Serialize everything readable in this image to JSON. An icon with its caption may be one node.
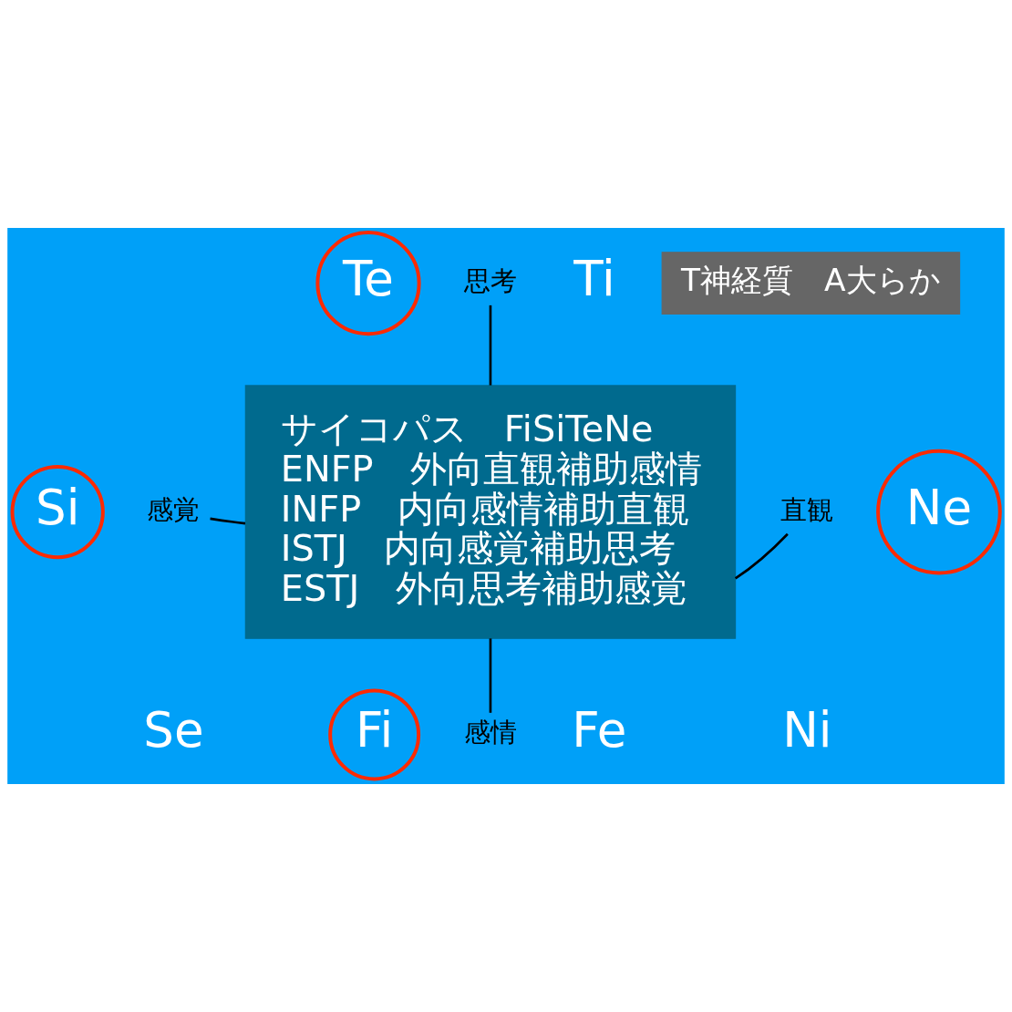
{
  "diagram": {
    "nodes": [
      {
        "text": [
          "思考"
        ]
      },
      {
        "text": [
          "Te"
        ]
      },
      {
        "text": [
          "感覚"
        ]
      },
      {
        "text": [
          "Si"
        ]
      },
      {
        "text": [
          "直観"
        ]
      },
      {
        "text": [
          "Ne"
        ]
      },
      {
        "text": [
          "感情"
        ]
      },
      {
        "text": [
          "Fi"
        ]
      },
      {
        "text": [
          "サイコパス　FiSiTeNe",
          "ENFP　外向直観補助感情",
          "INFP　内向感情補助直観",
          "ISTJ　内向感覚補助思考",
          "ESTJ　外向思考補助感覚"
        ]
      },
      {
        "text": [
          "T神経質　A大らか"
        ]
      }
    ],
    "edges": [
      {
        "from": 0,
        "to": 8,
        "arrow": "none"
      },
      {
        "from": 2,
        "to": 8,
        "arrow": "none"
      },
      {
        "from": 8,
        "to": 4,
        "arrow": "none"
      },
      {
        "from": 8,
        "to": 6,
        "arrow": "none"
      }
    ],
    "labels": [
      "Ti",
      "Se",
      "Ni",
      "Fe"
    ]
  }
}
